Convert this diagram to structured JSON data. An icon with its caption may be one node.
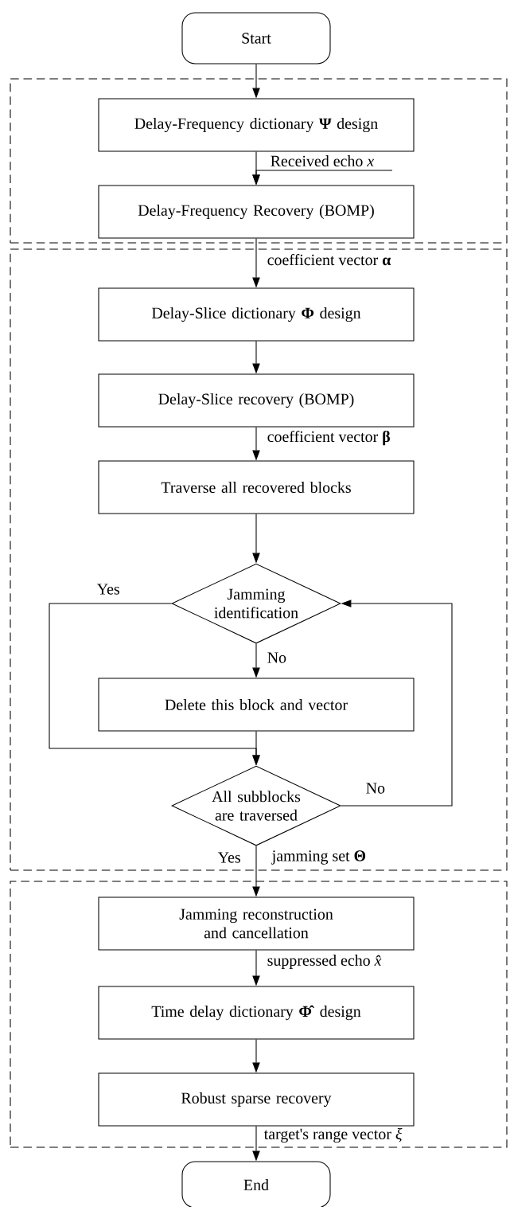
{
  "diagram": {
    "nodes": [
      {
        "text": [
          "Start"
        ]
      },
      {
        "text": [],
        "shape": "box"
      },
      {
        "text": [
          "Delay-Frequency dictionary **Ψ** design"
        ],
        "in": 1
      },
      {
        "text": [
          "Delay-Frequency Recovery (BOMP)"
        ],
        "in": 1
      },
      {
        "text": [],
        "shape": "box"
      },
      {
        "text": [
          "Delay-Slice dictionary **Φ** design"
        ],
        "in": 4
      },
      {
        "text": [
          "Delay-Slice recovery (BOMP)"
        ],
        "in": 4
      },
      {
        "text": [
          "Traverse all recovered blocks"
        ],
        "in": 4
      },
      {
        "text": [
          "Jamming identification"
        ],
        "in": 4
      },
      {
        "text": [
          "Delete this block and vector"
        ],
        "in": 4
      },
      {
        "text": [
          "All subblocks are traversed"
        ],
        "in": 4
      },
      {
        "text": [],
        "shape": "box"
      },
      {
        "text": [
          "Jamming reconstruction and cancellation"
        ],
        "in": 11
      },
      {
        "text": [
          "Time delay dictionary **Φ̂** design"
        ],
        "in": 11
      },
      {
        "text": [
          "Robust sparse recovery"
        ],
        "in": 11
      },
      {
        "text": [
          "End"
        ]
      }
    ],
    "edges": [
      {
        "from": 0,
        "to": 2,
        "arrow": "to"
      },
      {
        "from": 2,
        "to": 3,
        "arrow": "to"
      },
      {
        "from": null,
        "to": 3,
        "arrow": "to",
        "label": "Received echo *x*"
      },
      {
        "from": 3,
        "to": 5,
        "arrow": "to",
        "label": "coefficient vector **α**"
      },
      {
        "from": 5,
        "to": 6,
        "arrow": "to"
      },
      {
        "from": 6,
        "to": 7,
        "arrow": "to",
        "label": "coefficient vector **β**"
      },
      {
        "from": 7,
        "to": 8,
        "arrow": "to"
      },
      {
        "from": 8,
        "to": 9,
        "arrow": "to",
        "label": "No"
      },
      {
        "from": 8,
        "to": 10,
        "arrow": "to",
        "label": "Yes"
      },
      {
        "from": 9,
        "to": 10,
        "arrow": "to"
      },
      {
        "from": 10,
        "to": 8,
        "arrow": "to",
        "label": "No"
      },
      {
        "from": 10,
        "to": 12,
        "arrow": "to",
        "label": "Yes"
      },
      {
        "from": 12,
        "to": 13,
        "arrow": "to",
        "label": "suppressed echo *x̂*"
      },
      {
        "from": 13,
        "to": 14,
        "arrow": "to"
      },
      {
        "from": 14,
        "to": 15,
        "arrow": "to",
        "label": "target's range vector *ξ*"
      }
    ],
    "labels": [
      "jamming set **Θ**"
    ]
  }
}
